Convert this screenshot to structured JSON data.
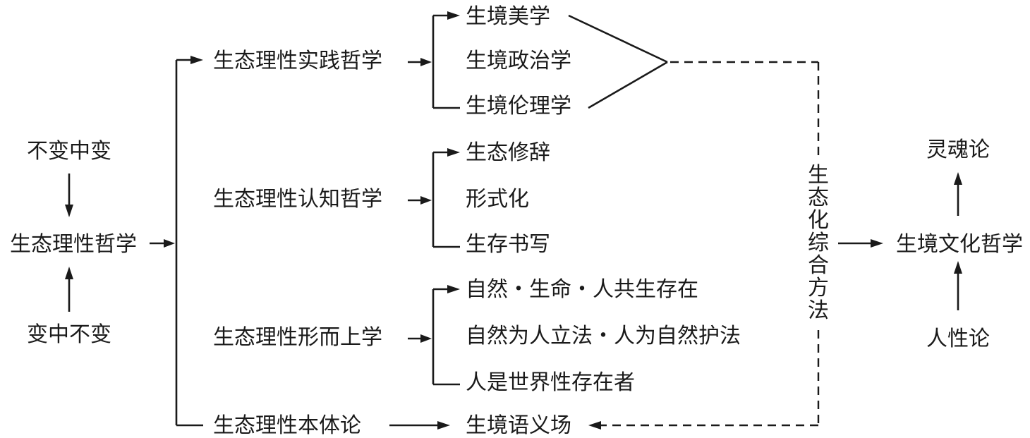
{
  "left": {
    "top_label": "不变中变",
    "center_label": "生态理性哲学",
    "bottom_label": "变中不变"
  },
  "branches": {
    "practice": "生态理性实践哲学",
    "cognition": "生态理性认知哲学",
    "metaphysics": "生态理性形而上学",
    "ontology": "生态理性本体论"
  },
  "leaves": {
    "practice": [
      "生境美学",
      "生境政治学",
      "生境伦理学"
    ],
    "cognition": [
      "生态修辞",
      "形式化",
      "生存书写"
    ],
    "metaphysics": [
      "自然・生命・人共生存在",
      "自然为人立法・人为自然护法",
      "人是世界性存在者"
    ],
    "ontology": "生境语义场"
  },
  "method": {
    "chars": [
      "生",
      "态",
      "化",
      "综",
      "合",
      "方",
      "法"
    ]
  },
  "right": {
    "top_label": "灵魂论",
    "center_label": "生境文化哲学",
    "bottom_label": "人性论"
  }
}
